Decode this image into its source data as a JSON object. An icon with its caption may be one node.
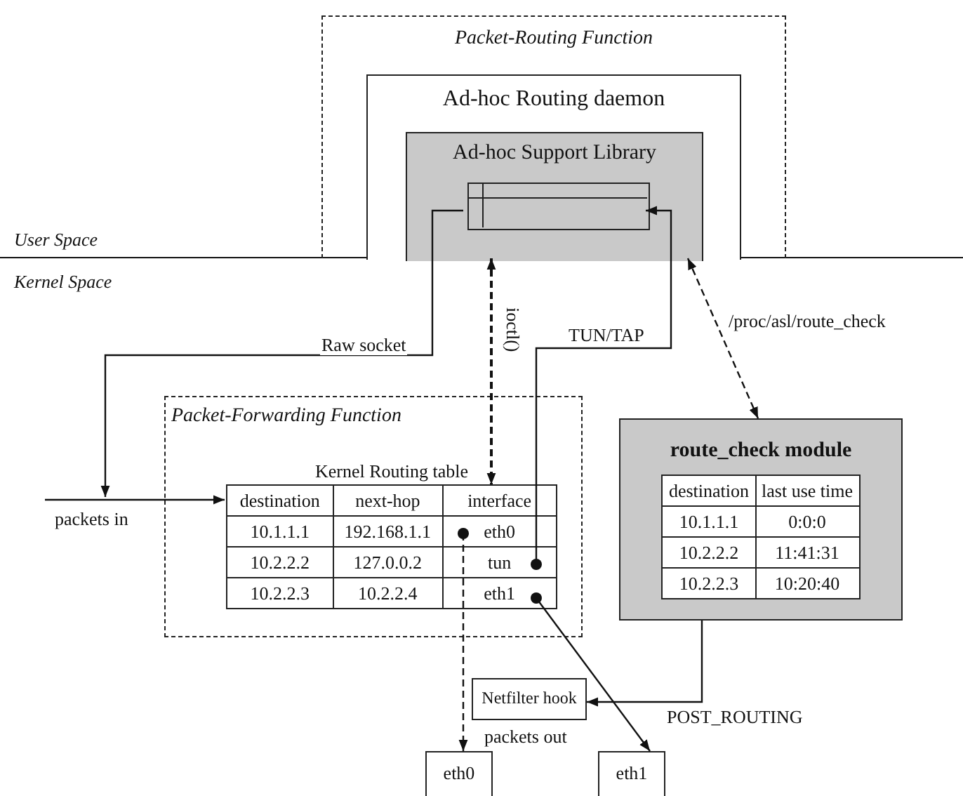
{
  "diagram": {
    "nodes": [
      {
        "text": [
          "Packet-Routing Function"
        ]
      },
      {
        "text": [
          "Ad-hoc Routing daemon"
        ],
        "in": 0
      },
      {
        "text": [
          "Ad-hoc Support Library"
        ],
        "in": 1
      },
      {
        "text": [],
        "shape": "box",
        "in": 2
      },
      {
        "text": [
          "Packet-Forwarding Function"
        ]
      },
      {
        "text": [
          "Kernel Routing table"
        ],
        "in": 4
      },
      {
        "text": [
          "route_check module"
        ]
      },
      {
        "text": [
          "Netfilter hook"
        ]
      },
      {
        "text": [
          "eth0"
        ]
      },
      {
        "text": [
          "eth1"
        ]
      }
    ],
    "edges": [
      {
        "from": null,
        "to": 5,
        "arrow": "to",
        "label": "packets in"
      },
      {
        "from": 3,
        "to": null,
        "arrow": "to",
        "label": "Raw socket"
      },
      {
        "from": 2,
        "to": 5,
        "arrow": "both",
        "label": "ioctl()",
        "style": "dashed"
      },
      {
        "from": 5,
        "to": 3,
        "arrow": "to",
        "label": "TUN/TAP"
      },
      {
        "from": 2,
        "to": 6,
        "arrow": "both",
        "label": "/proc/asl/route_check",
        "style": "dashed"
      },
      {
        "from": 5,
        "to": 8,
        "arrow": "to",
        "style": "dashed"
      },
      {
        "from": 5,
        "to": 9,
        "arrow": "to"
      },
      {
        "from": 6,
        "to": 7,
        "arrow": "to",
        "label": "POST_ROUTING"
      }
    ],
    "labels": [
      "User Space",
      "Kernel Space",
      "packets out",
      "destination",
      "next-hop",
      "interface",
      "10.1.1.1",
      "192.168.1.1",
      "eth0",
      "10.2.2.2",
      "127.0.0.2",
      "tun",
      "10.2.2.3",
      "10.2.2.4",
      "eth1",
      "destination",
      "last use time",
      "10.1.1.1",
      "0:0:0",
      "10.2.2.2",
      "11:41:31",
      "10.2.2.3",
      "10:20:40"
    ]
  }
}
